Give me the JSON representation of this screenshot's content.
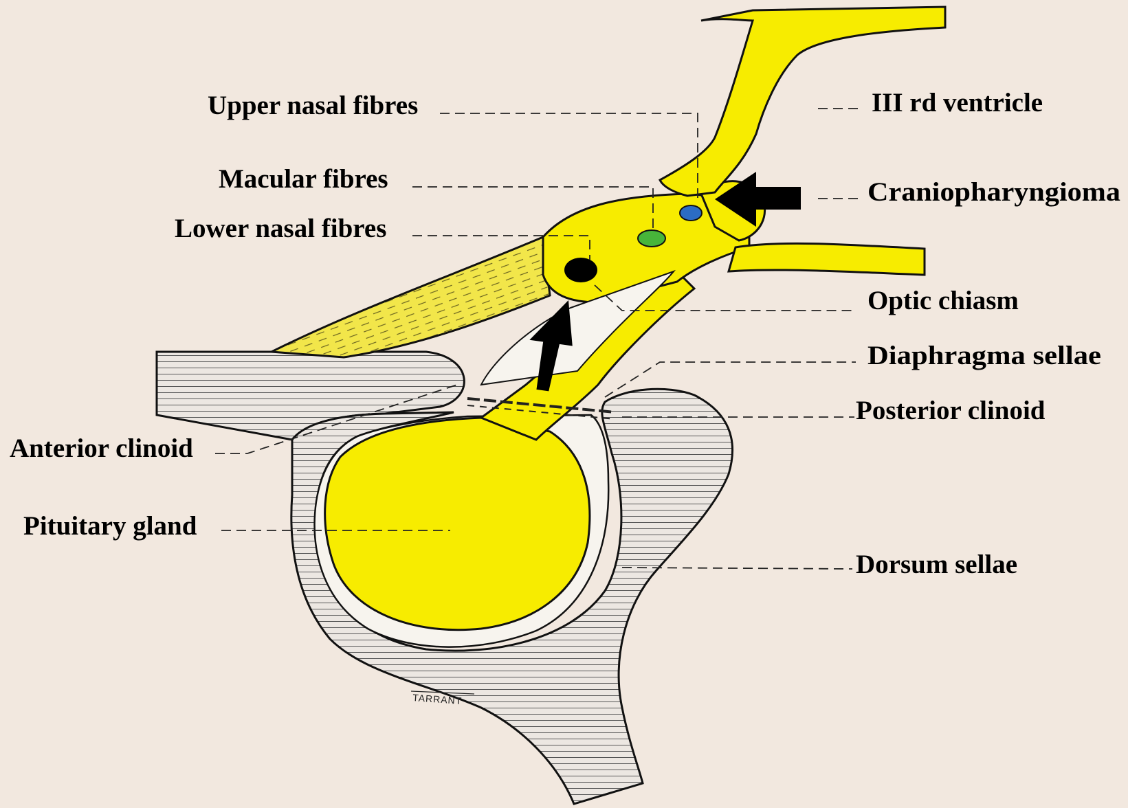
{
  "labels": {
    "upper_nasal_fibres": "Upper nasal fibres",
    "macular_fibres": "Macular fibres",
    "lower_nasal_fibres": "Lower nasal fibres",
    "third_ventricle": "III rd ventricle",
    "craniopharyngioma": "Craniopharyngioma",
    "optic_chiasm": "Optic chiasm",
    "diaphragma_sellae": "Diaphragma sellae",
    "posterior_clinoid": "Posterior clinoid",
    "anterior_clinoid": "Anterior clinoid",
    "pituitary_gland": "Pituitary gland",
    "dorsum_sellae": "Dorsum sellae"
  },
  "signature": "TARRANT",
  "colors": {
    "background": "#f2e8df",
    "neural_tissue": "#f7ec00",
    "bone_hatch": "#d9d9d9",
    "upper_nasal_fibres_dot": "#2b6cc4",
    "macular_fibres_dot": "#47b53a",
    "lower_nasal_fibres_dot": "#000000",
    "arrow": "#000000"
  },
  "icons": {
    "compression_arrow_lateral": "arrow-left-icon",
    "compression_arrow_inferior": "arrow-up-icon"
  }
}
